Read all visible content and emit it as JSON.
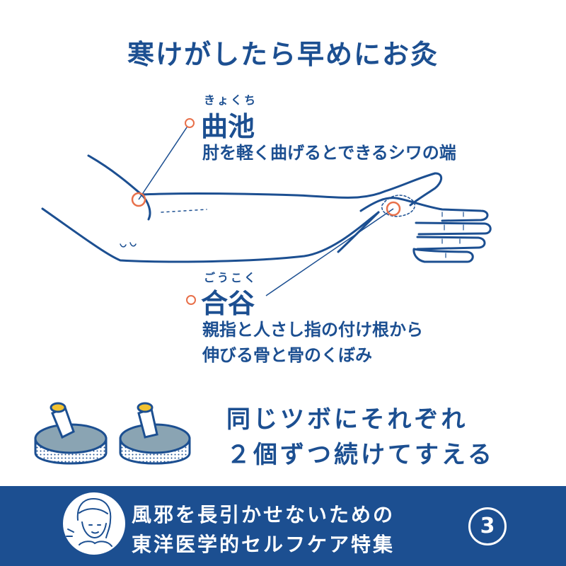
{
  "title": "寒けがしたら早めにお灸",
  "points": [
    {
      "ruby": "きょくち",
      "name": "曲池",
      "description": [
        "肘を軽く曲げるとできるシワの端"
      ]
    },
    {
      "ruby": "ごうこく",
      "name": "合谷",
      "description": [
        "親指と人さし指の付け根から",
        "伸びる骨と骨のくぼみ"
      ]
    }
  ],
  "moxa_instruction": [
    "同じツボにそれぞれ",
    "２個ずつ続けてすえる"
  ],
  "banner": {
    "line1": "風邪を長引かせないための",
    "line2": "東洋医学的セルフケア特集",
    "number": "3"
  },
  "colors": {
    "primary": "#1c4f91",
    "marker": "#e8704a",
    "moxa_base": "#8aa4b3",
    "moxa_tip": "#f2c230"
  }
}
